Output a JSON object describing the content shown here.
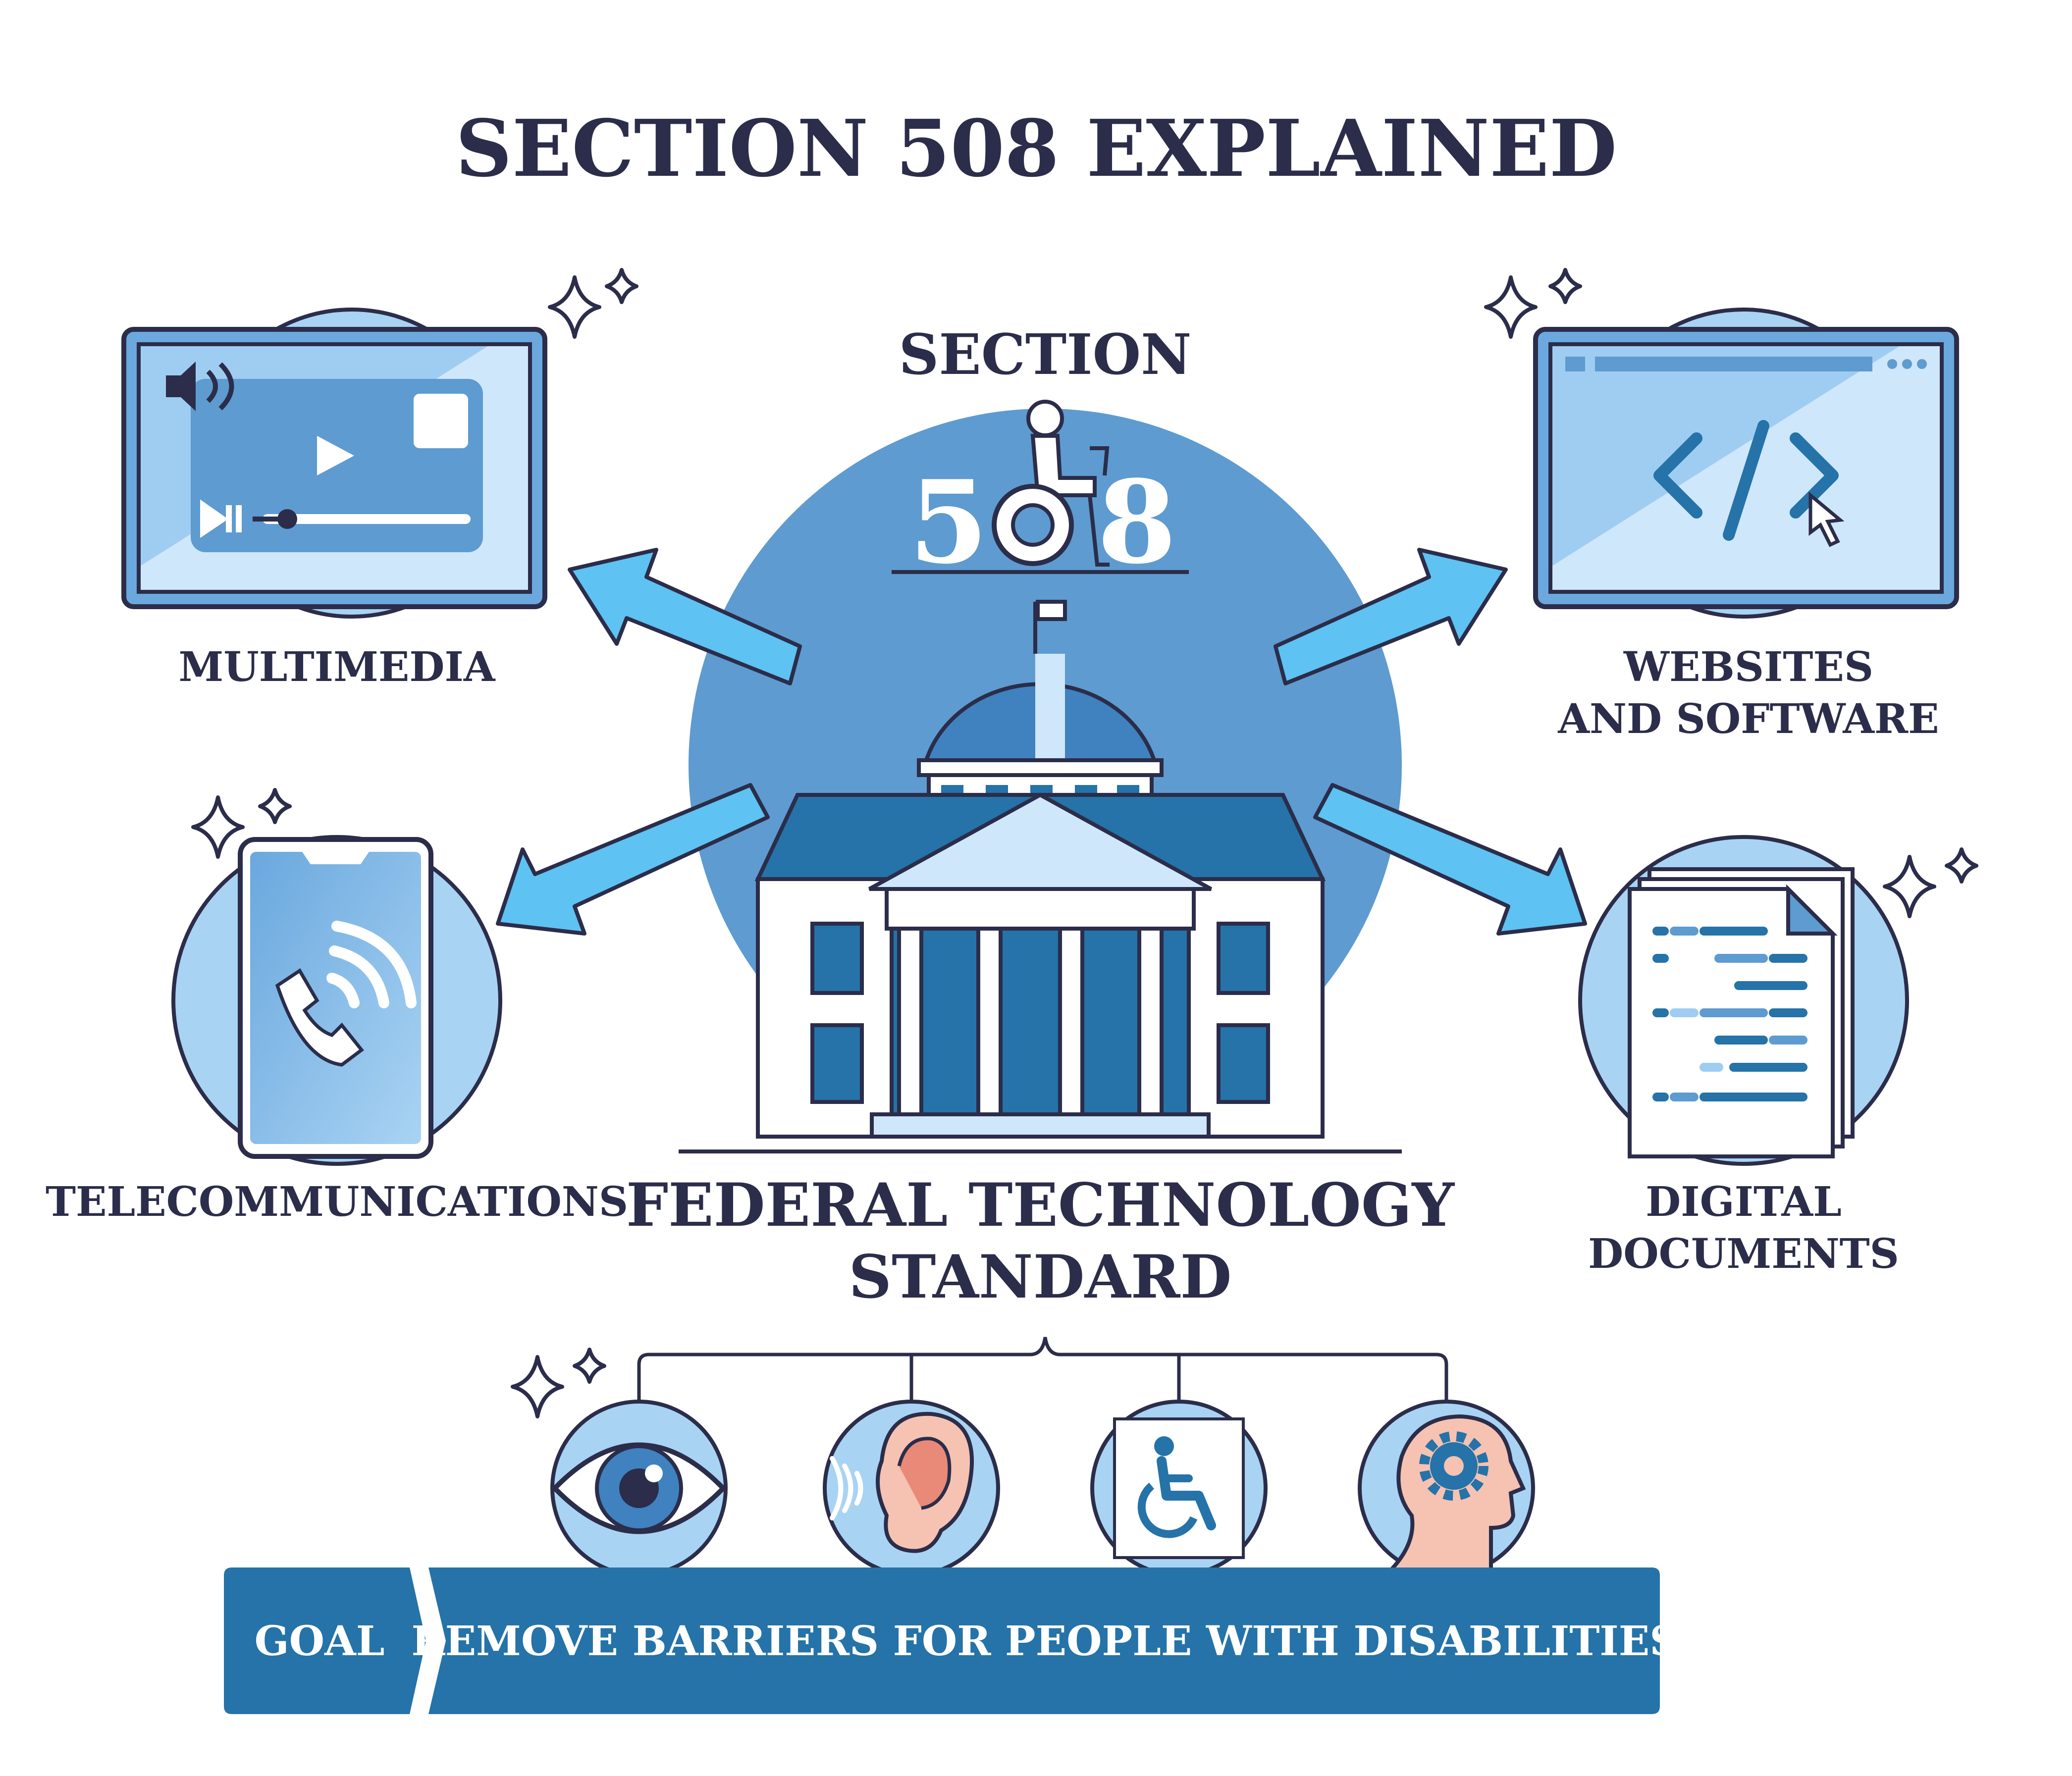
{
  "title": "SECTION 508 EXPLAINED",
  "center": {
    "section_label": "SECTION",
    "digit_left": "5",
    "digit_right": "8",
    "caption_line1": "FEDERAL TECHNOLOGY",
    "caption_line2": "STANDARD"
  },
  "categories": {
    "multimedia": "MULTIMEDIA",
    "websites_line1": "WEBSITES",
    "websites_line2": "AND SOFTWARE",
    "telecommunications": "TELECOMMUNICATIONS",
    "documents_line1": "DIGITAL",
    "documents_line2": "DOCUMENTS"
  },
  "disabilities": [
    "eye-icon",
    "ear-icon",
    "wheelchair-icon",
    "head-gear-icon"
  ],
  "goal": {
    "label": "GOAL",
    "text": "REMOVE BARRIERS FOR PEOPLE WITH DISABILITIES"
  },
  "colors": {
    "navy": "#2b2d4a",
    "big_circle": "#5e9bd0",
    "pale_circle": "#a9d3f3",
    "arrow": "#5ec2f2",
    "dark_blue": "#2573a8",
    "light_blue": "#c8e4f8"
  }
}
